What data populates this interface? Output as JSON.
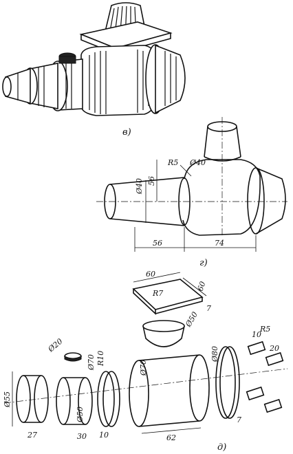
{
  "captions": {
    "v": "в)",
    "g": "г)",
    "d": "д)"
  },
  "view_g": {
    "dims": {
      "d40_left": "Ø40",
      "r5": "R5",
      "d40_top": "Ø40",
      "h56": "56",
      "l56": "56",
      "l74": "74"
    }
  },
  "view_d": {
    "plate": {
      "w": "60",
      "d": "60",
      "r": "R7",
      "t": "7"
    },
    "cap_top": "Ø50",
    "small_cyl": "Ø20",
    "cyl55": {
      "d": "Ø55",
      "l": "27"
    },
    "cyl50": {
      "d": "Ø50",
      "l": "30",
      "d10": "Ø70"
    },
    "disk": {
      "r": "R10",
      "l": "10"
    },
    "body": {
      "d": "Ø70",
      "l": "62"
    },
    "flange": {
      "d": "Ø80",
      "t": "7"
    },
    "pins": {
      "t": "10",
      "r": "R5",
      "l": "20"
    }
  }
}
